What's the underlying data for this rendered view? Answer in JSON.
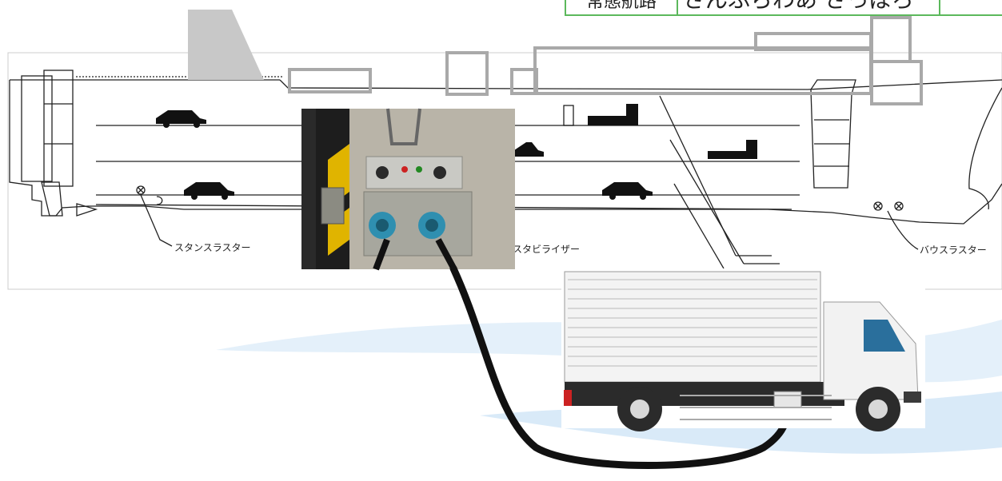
{
  "route_table": {
    "label": "常態航路",
    "value": "さんふらわあ さっぽろ"
  },
  "labels": {
    "stern_thruster": "スタンスラスター",
    "stabilizer": "スタビライザー",
    "bow_thruster": "バウスラスター"
  },
  "colors": {
    "accent_green": "#5cb85c",
    "superstructure_gray": "#a9a9a9",
    "water_blue": "#dcecf8",
    "cable": "#111111"
  }
}
